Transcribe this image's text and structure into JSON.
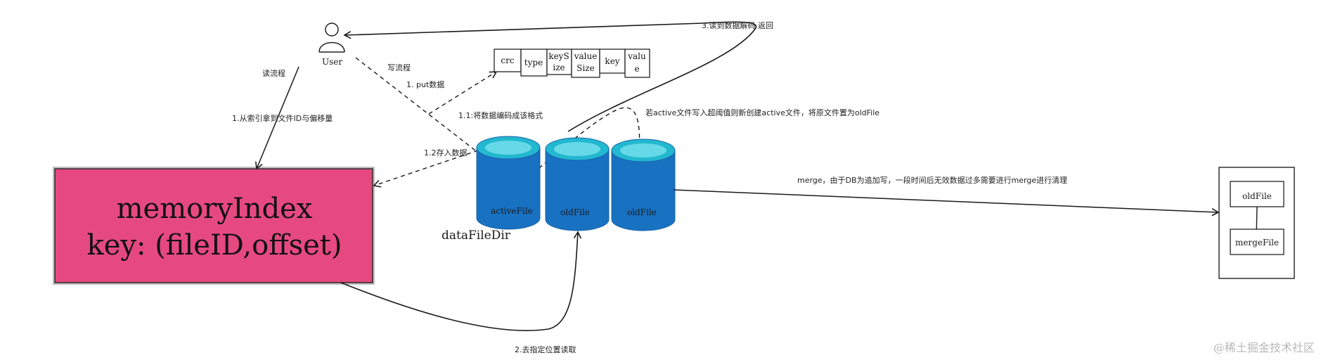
{
  "user": {
    "label": "User"
  },
  "read_flow": {
    "title": "读流程",
    "step1": "1.从索引拿到文件ID与偏移量",
    "step2": "2.去指定位置读取",
    "step3": "3.读到数据解码 返回"
  },
  "write_flow": {
    "title": "写流程",
    "step1": "1. put数据",
    "step1_1": "1.1:将数据编码成该格式",
    "step1_2": "1.2存入数据"
  },
  "record_format": {
    "cells": [
      {
        "line1": "crc",
        "line2": ""
      },
      {
        "line1": "type",
        "line2": ""
      },
      {
        "line1": "keyS",
        "line2": "ize"
      },
      {
        "line1": "value",
        "line2": "Size"
      },
      {
        "line1": "key",
        "line2": ""
      },
      {
        "line1": "valu",
        "line2": "e"
      }
    ]
  },
  "memory_index": {
    "line1": "memoryIndex",
    "line2": "key: (fileID,offset)"
  },
  "data_dir": {
    "label": "dataFileDir",
    "files": [
      "activeFile",
      "oldFile",
      "oldFile"
    ],
    "rotate_note": "若active文件写入超阈值则新创建active文件，将原文件置为oldFile"
  },
  "merge": {
    "note": "merge，由于DB为追加写，一段时间后无效数据过多需要进行merge进行清理",
    "old_file": "oldFile",
    "merge_file": "mergeFile"
  },
  "watermark": "@稀土掘金技术社区",
  "colors": {
    "memory_index_fill": "#e64980",
    "cylinder_fill": "#1971c2",
    "cylinder_top": "#22b8cf",
    "cylinder_top_inner": "#66d9e8"
  }
}
